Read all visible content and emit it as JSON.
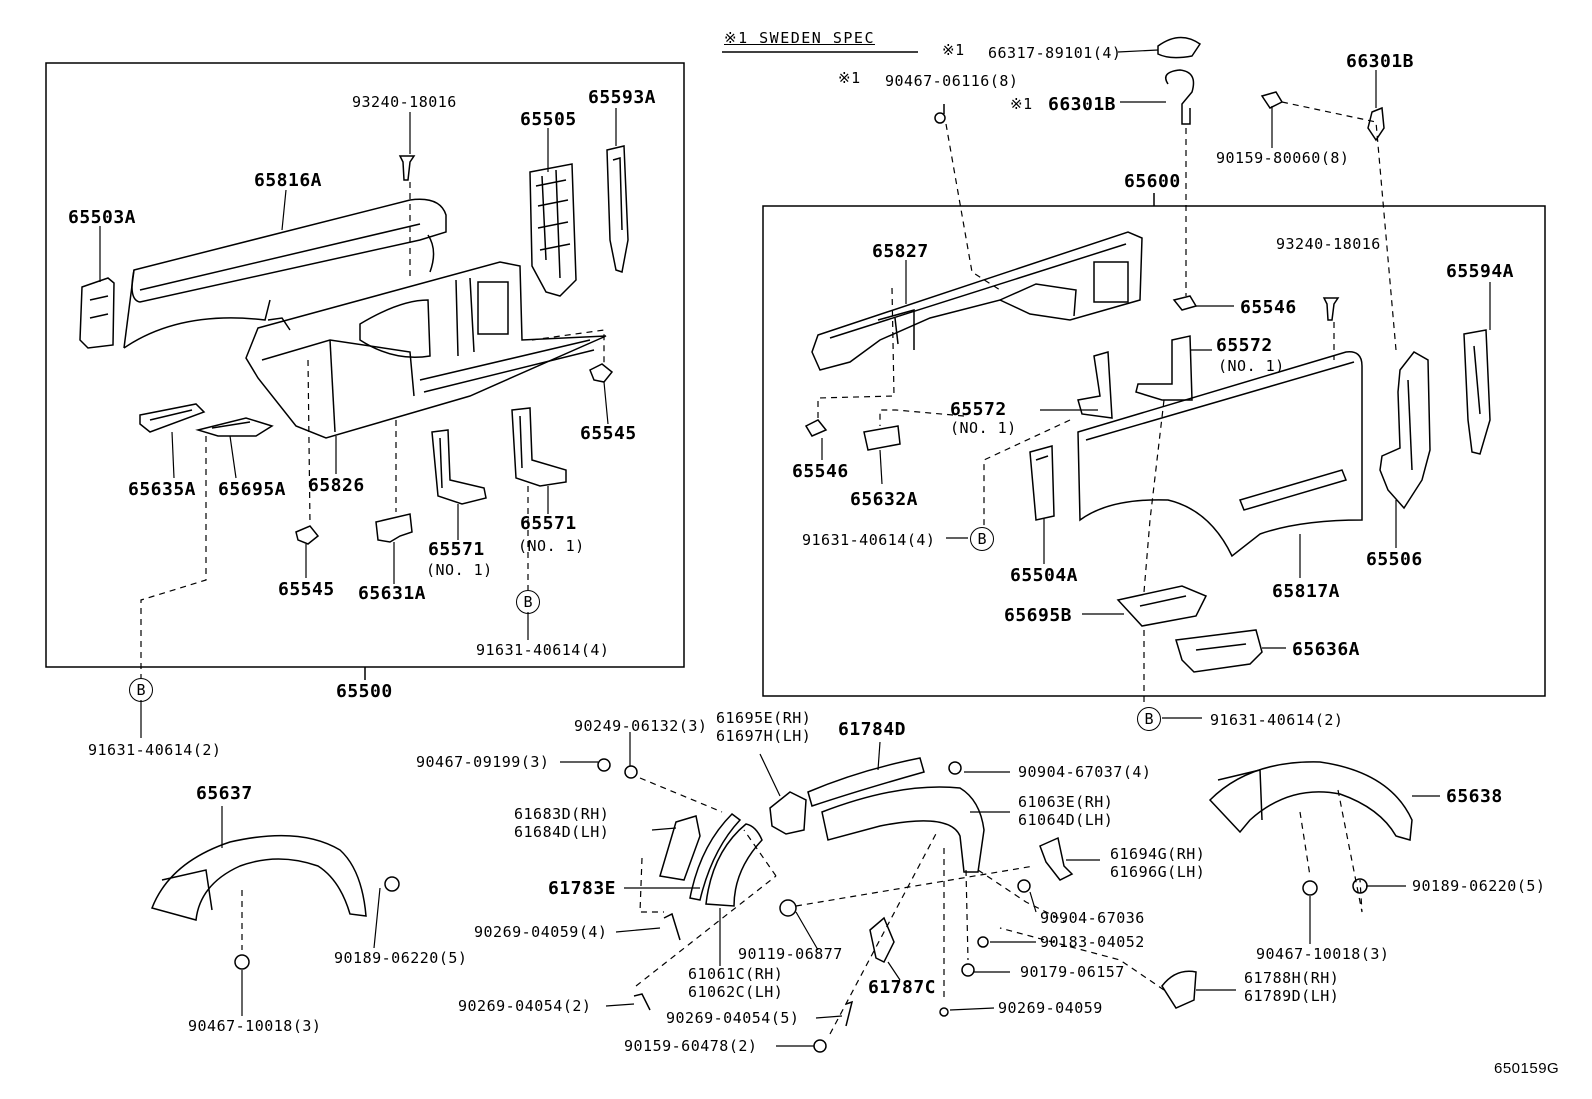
{
  "header": {
    "spec_note": "※1 SWEDEN SPEC",
    "spec_mark": "※1"
  },
  "catalog_code": "650159G",
  "parts": {
    "p93240_18016_l": "93240-18016",
    "p65593A": "65593A",
    "p65505": "65505",
    "p65816A": "65816A",
    "p65503A": "65503A",
    "p65545_r": "65545",
    "p65635A": "65635A",
    "p65695A": "65695A",
    "p65826": "65826",
    "p65571_r": "65571",
    "p65571_r_note": "(NO. 1)",
    "p65571_l": "65571",
    "p65571_l_note": "(NO. 1)",
    "p65545_l": "65545",
    "p65631A": "65631A",
    "p91631_40614_4_l": "91631-40614(4)",
    "p65500": "65500",
    "p91631_40614_2_l": "91631-40614(2)",
    "p66317_89101": "66317-89101(4)",
    "p90467_06116": "90467-06116(8)",
    "p66301B_a": "66301B",
    "p66301B_b": "66301B",
    "p90159_80060": "90159-80060(8)",
    "p65600": "65600",
    "p65827": "65827",
    "p93240_18016_r": "93240-18016",
    "p65546_a": "65546",
    "p65594A": "65594A",
    "p65572_a": "65572",
    "p65572_a_note": "(NO. 1)",
    "p65572_b": "65572",
    "p65572_b_note": "(NO. 1)",
    "p65546_b": "65546",
    "p65632A": "65632A",
    "p91631_40614_4_r": "91631-40614(4)",
    "p65506": "65506",
    "p65504A": "65504A",
    "p65817A": "65817A",
    "p65695B": "65695B",
    "p65636A": "65636A",
    "p91631_40614_2_r": "91631-40614(2)",
    "p90249_06132": "90249-06132(3)",
    "p61695E": "61695E(RH)",
    "p61697H": "61697H(LH)",
    "p61784D": "61784D",
    "p90467_09199": "90467-09199(3)",
    "p90904_67037": "90904-67037(4)",
    "p65638": "65638",
    "p65637": "65637",
    "p61683D": "61683D(RH)",
    "p61684D": "61684D(LH)",
    "p61063E": "61063E(RH)",
    "p61064D": "61064D(LH)",
    "p61694G": "61694G(RH)",
    "p61696G": "61696G(LH)",
    "p61783E": "61783E",
    "p90189_06220_r": "90189-06220(5)",
    "p90904_67036": "90904-67036",
    "p90269_04059_4": "90269-04059(4)",
    "p90119_06877": "90119-06877",
    "p90183_04052": "90183-04052",
    "p90467_10018_r": "90467-10018(3)",
    "p61061C": "61061C(RH)",
    "p61062C": "61062C(LH)",
    "p90189_06220_l": "90189-06220(5)",
    "p90179_06157": "90179-06157",
    "p61787C": "61787C",
    "p61788H": "61788H(RH)",
    "p61789D": "61789D(LH)",
    "p90269_04054_2": "90269-04054(2)",
    "p90269_04059": "90269-04059",
    "p90269_04054_5": "90269-04054(5)",
    "p90467_10018_l": "90467-10018(3)",
    "p90159_60478": "90159-60478(2)"
  },
  "callout": "B"
}
